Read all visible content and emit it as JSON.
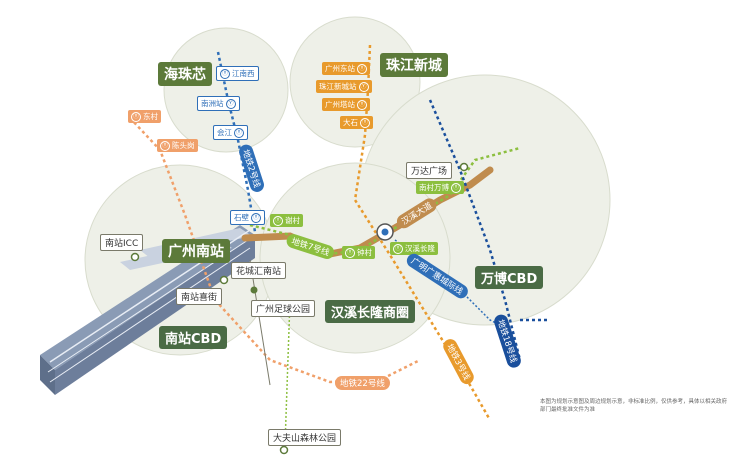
{
  "hubs": {
    "haizhuxin": "海珠芯",
    "zhujiang": "珠江新城",
    "guangzhou_south": "广州南站",
    "hanxi": "汉溪长隆商圈",
    "nanzhan_cbd": "南站CBD",
    "wanbo": "万博CBD"
  },
  "labels": {
    "nanzhan_icc": "南站ICC",
    "huacheng": "花城汇南站",
    "nanzhan_xijie": "南站喜街",
    "football_park": "广州足球公园",
    "wanda": "万达广场",
    "dafushan": "大夫山森林公园"
  },
  "stations": {
    "jiangnanxi": "江南西",
    "nanzhou": "南洲站",
    "huijiang": "会江",
    "shibi": "石壁",
    "xiecun": "谢村",
    "guangzhou_east": "广州东站",
    "zhujiang_xc": "珠江新城站",
    "guangzhou_sta": "广州塔站",
    "dashi": "大石",
    "dongcun": "东村",
    "chentouгang": "陈头岗",
    "zhongcun": "钟村",
    "hanxi_changlong": "汉溪长隆",
    "hancun_wanbo": "南村万博"
  },
  "lines": {
    "line2": "地铁2号线",
    "line7": "地铁7号线",
    "line22": "地铁22号线",
    "line3": "地铁3号线",
    "line18": "地铁18号线",
    "hanxi_ave": "汉溪大道",
    "guangming": "广明广惠城际线"
  },
  "note": "本图为规划示意图及周边规划示意，非标准比例，仅供参考，具体以相关政府部门最终批准文件为准",
  "colors": {
    "line2": "#2f6fb8",
    "line3": "#e89a2c",
    "line7": "#8cbf3f",
    "line22": "#f0a06a",
    "line18": "#1a4f9c",
    "road": "#c08c4e",
    "hub_green": "#5c7a3a",
    "circle_fill": "#eef0e8"
  }
}
